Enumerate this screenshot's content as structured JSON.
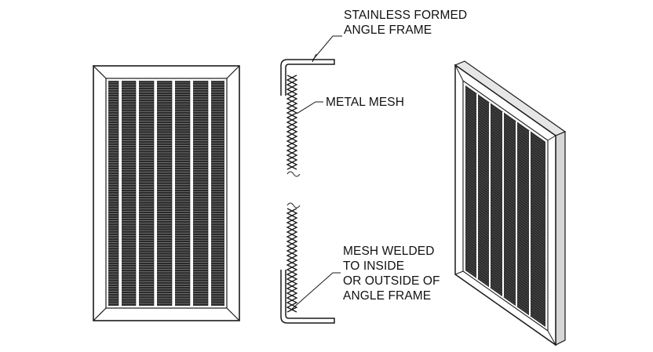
{
  "callouts": {
    "frame": [
      "STAINLESS FORMED",
      "ANGLE FRAME"
    ],
    "mesh": [
      "METAL MESH"
    ],
    "weld": [
      "MESH WELDED",
      "TO INSIDE",
      "OR OUTSIDE OF",
      "ANGLE FRAME"
    ]
  },
  "colors": {
    "line": "#1a1a1a",
    "mesh_dark": "#2b2b2b",
    "frame_fill": "#ffffff",
    "frame_shadow": "#cfcfcf",
    "background": "#ffffff"
  }
}
